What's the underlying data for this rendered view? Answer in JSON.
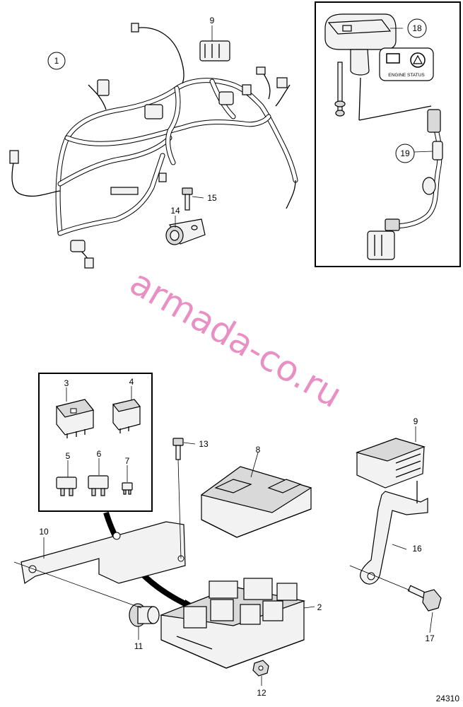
{
  "labels": {
    "p1": "1",
    "p2": "2",
    "p3": "3",
    "p4": "4",
    "p5": "5",
    "p6": "6",
    "p7": "7",
    "p8": "8",
    "p9a": "9",
    "p9b": "9",
    "p10": "10",
    "p11": "11",
    "p12": "12",
    "p13": "13",
    "p14": "14",
    "p15": "15",
    "p16": "16",
    "p17": "17",
    "p18": "18",
    "p19": "19"
  },
  "panel_text": "ENGINE STATUS",
  "watermark": "armada-co.ru",
  "drawing_number": "24310"
}
